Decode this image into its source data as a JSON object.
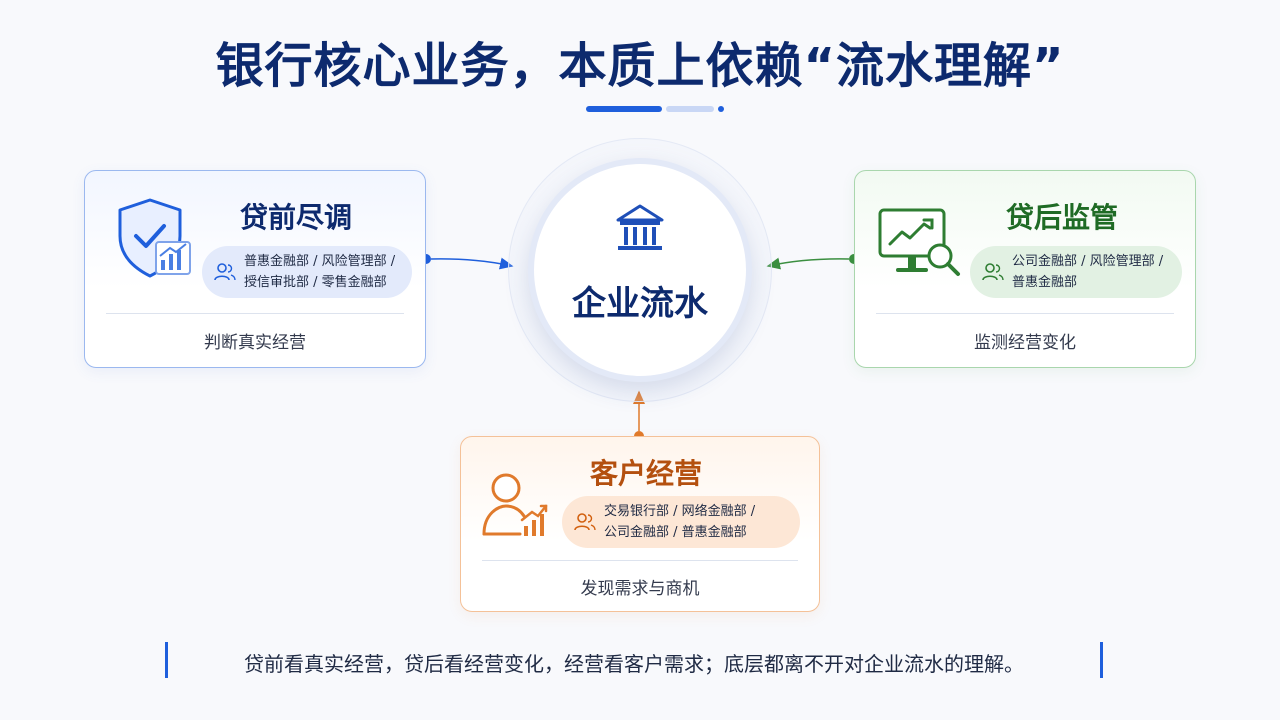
{
  "title": "银行核心业务，本质上依赖“流水理解”",
  "center": {
    "label": "企业流水",
    "icon": "bank-icon"
  },
  "cards": {
    "pre_loan": {
      "title": "贷前尽调",
      "departments_line1": "普惠金融部 / 风险管理部 /",
      "departments_line2": "授信审批部 / 零售金融部",
      "description": "判断真实经营",
      "icon": "shield-check-chart-icon",
      "color": "#1f5fdc"
    },
    "post_loan": {
      "title": "贷后监管",
      "departments_line1": "公司金融部 / 风险管理部 /",
      "departments_line2": "普惠金融部",
      "description": "监测经营变化",
      "icon": "monitor-magnifier-icon",
      "color": "#2e7d32"
    },
    "customer_ops": {
      "title": "客户经营",
      "departments_line1": "交易银行部 / 网络金融部 /",
      "departments_line2": "公司金融部 / 普惠金融部",
      "description": "发现需求与商机",
      "icon": "person-growth-icon",
      "color": "#d2600f"
    }
  },
  "footer": "贷前看真实经营，贷后看经营变化，经营看客户需求；底层都离不开对企业流水的理解。"
}
